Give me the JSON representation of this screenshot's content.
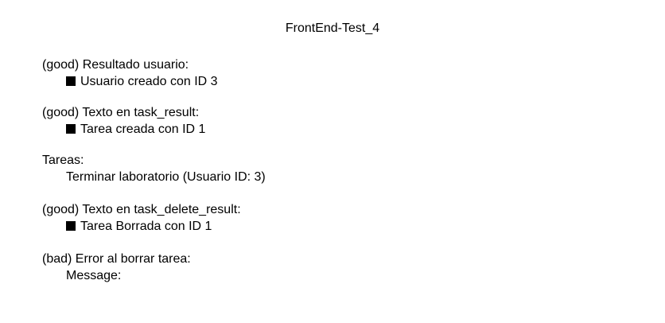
{
  "page": {
    "title": "FrontEnd-Test_4"
  },
  "sections": [
    {
      "heading": "(good) Resultado usuario:",
      "item": "Usuario creado con ID 3",
      "bullet": true
    },
    {
      "heading": "(good) Texto en task_result:",
      "item": "Tarea creada con ID 1",
      "bullet": true
    },
    {
      "heading": "Tareas:",
      "item": "Terminar laboratorio (Usuario ID: 3)",
      "bullet": false
    },
    {
      "heading": "(good) Texto en task_delete_result:",
      "item": "Tarea Borrada con ID 1",
      "bullet": true
    },
    {
      "heading": "(bad) Error al borrar tarea:",
      "item": "Message:",
      "bullet": false
    }
  ],
  "icons": {
    "bullet": "square-bullet-icon"
  }
}
